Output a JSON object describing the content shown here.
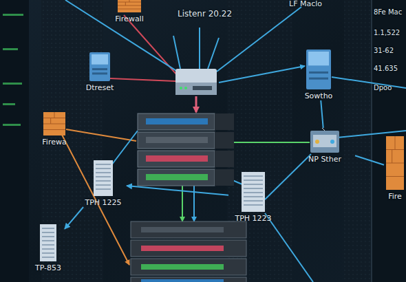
{
  "diagram": {
    "nodes": [
      {
        "text": [
          "Firewall"
        ]
      },
      {
        "text": [
          "Dtreset"
        ]
      },
      {
        "text": [
          "Sowtho"
        ]
      },
      {
        "text": [
          "Firewa"
        ]
      },
      {
        "text": [
          "NP Sther"
        ]
      },
      {
        "text": [
          "TPH 1225"
        ]
      },
      {
        "text": [
          "TPH 1223"
        ]
      },
      {
        "text": [
          "Fire"
        ]
      },
      {
        "text": [
          "TP-853"
        ]
      }
    ],
    "edges": [
      {
        "from": 6,
        "to": 5,
        "arrow": "to"
      },
      {
        "from": 5,
        "to": 8,
        "arrow": "to"
      },
      {
        "from": 4,
        "to": 7,
        "arrow": "none"
      },
      {
        "from": 2,
        "to": 4,
        "arrow": "none"
      }
    ],
    "labels": [
      "Listenr 20.22",
      "LF Maclo",
      "8Fe Mac",
      "1.1,522",
      "31-62",
      "41.635",
      "Dpoo"
    ]
  }
}
